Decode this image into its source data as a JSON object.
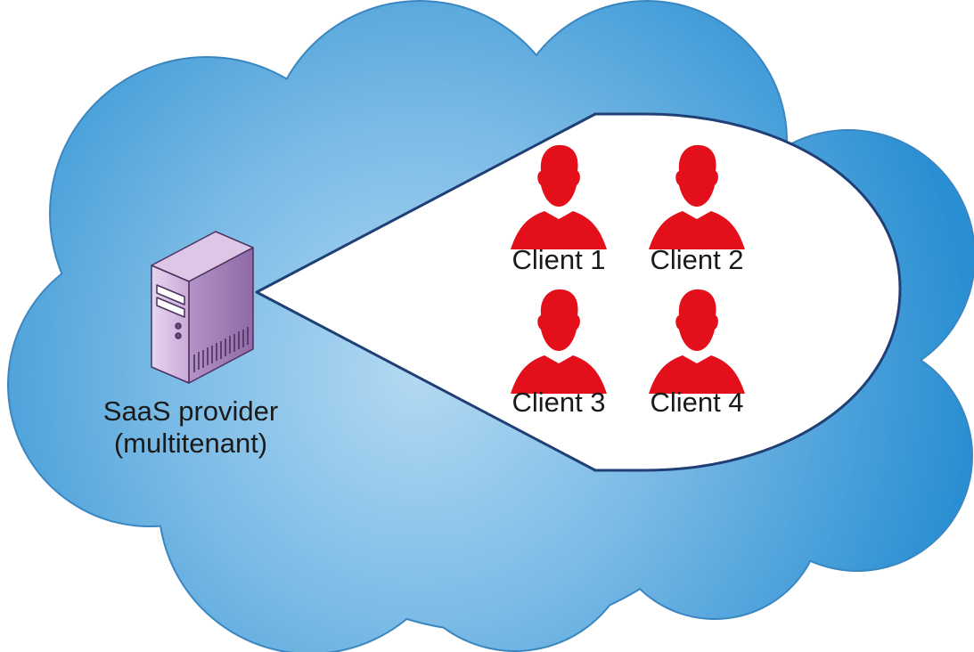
{
  "provider": {
    "label_line1": "SaaS provider",
    "label_line2": "(multitenant)",
    "icon": "server-icon"
  },
  "clients": [
    {
      "label": "Client 1",
      "icon": "person-icon"
    },
    {
      "label": "Client 2",
      "icon": "person-icon"
    },
    {
      "label": "Client 3",
      "icon": "person-icon"
    },
    {
      "label": "Client 4",
      "icon": "person-icon"
    }
  ],
  "colors": {
    "cloud_edge": "#2f93d4",
    "cloud_center": "#a8d2ef",
    "cloud_outline": "#3a86c0",
    "bubble_fill": "#ffffff",
    "bubble_outline": "#1f3f75",
    "client_icon": "#e30f1b",
    "server_body": "#c6a6d4",
    "server_outline": "#4c3060"
  }
}
